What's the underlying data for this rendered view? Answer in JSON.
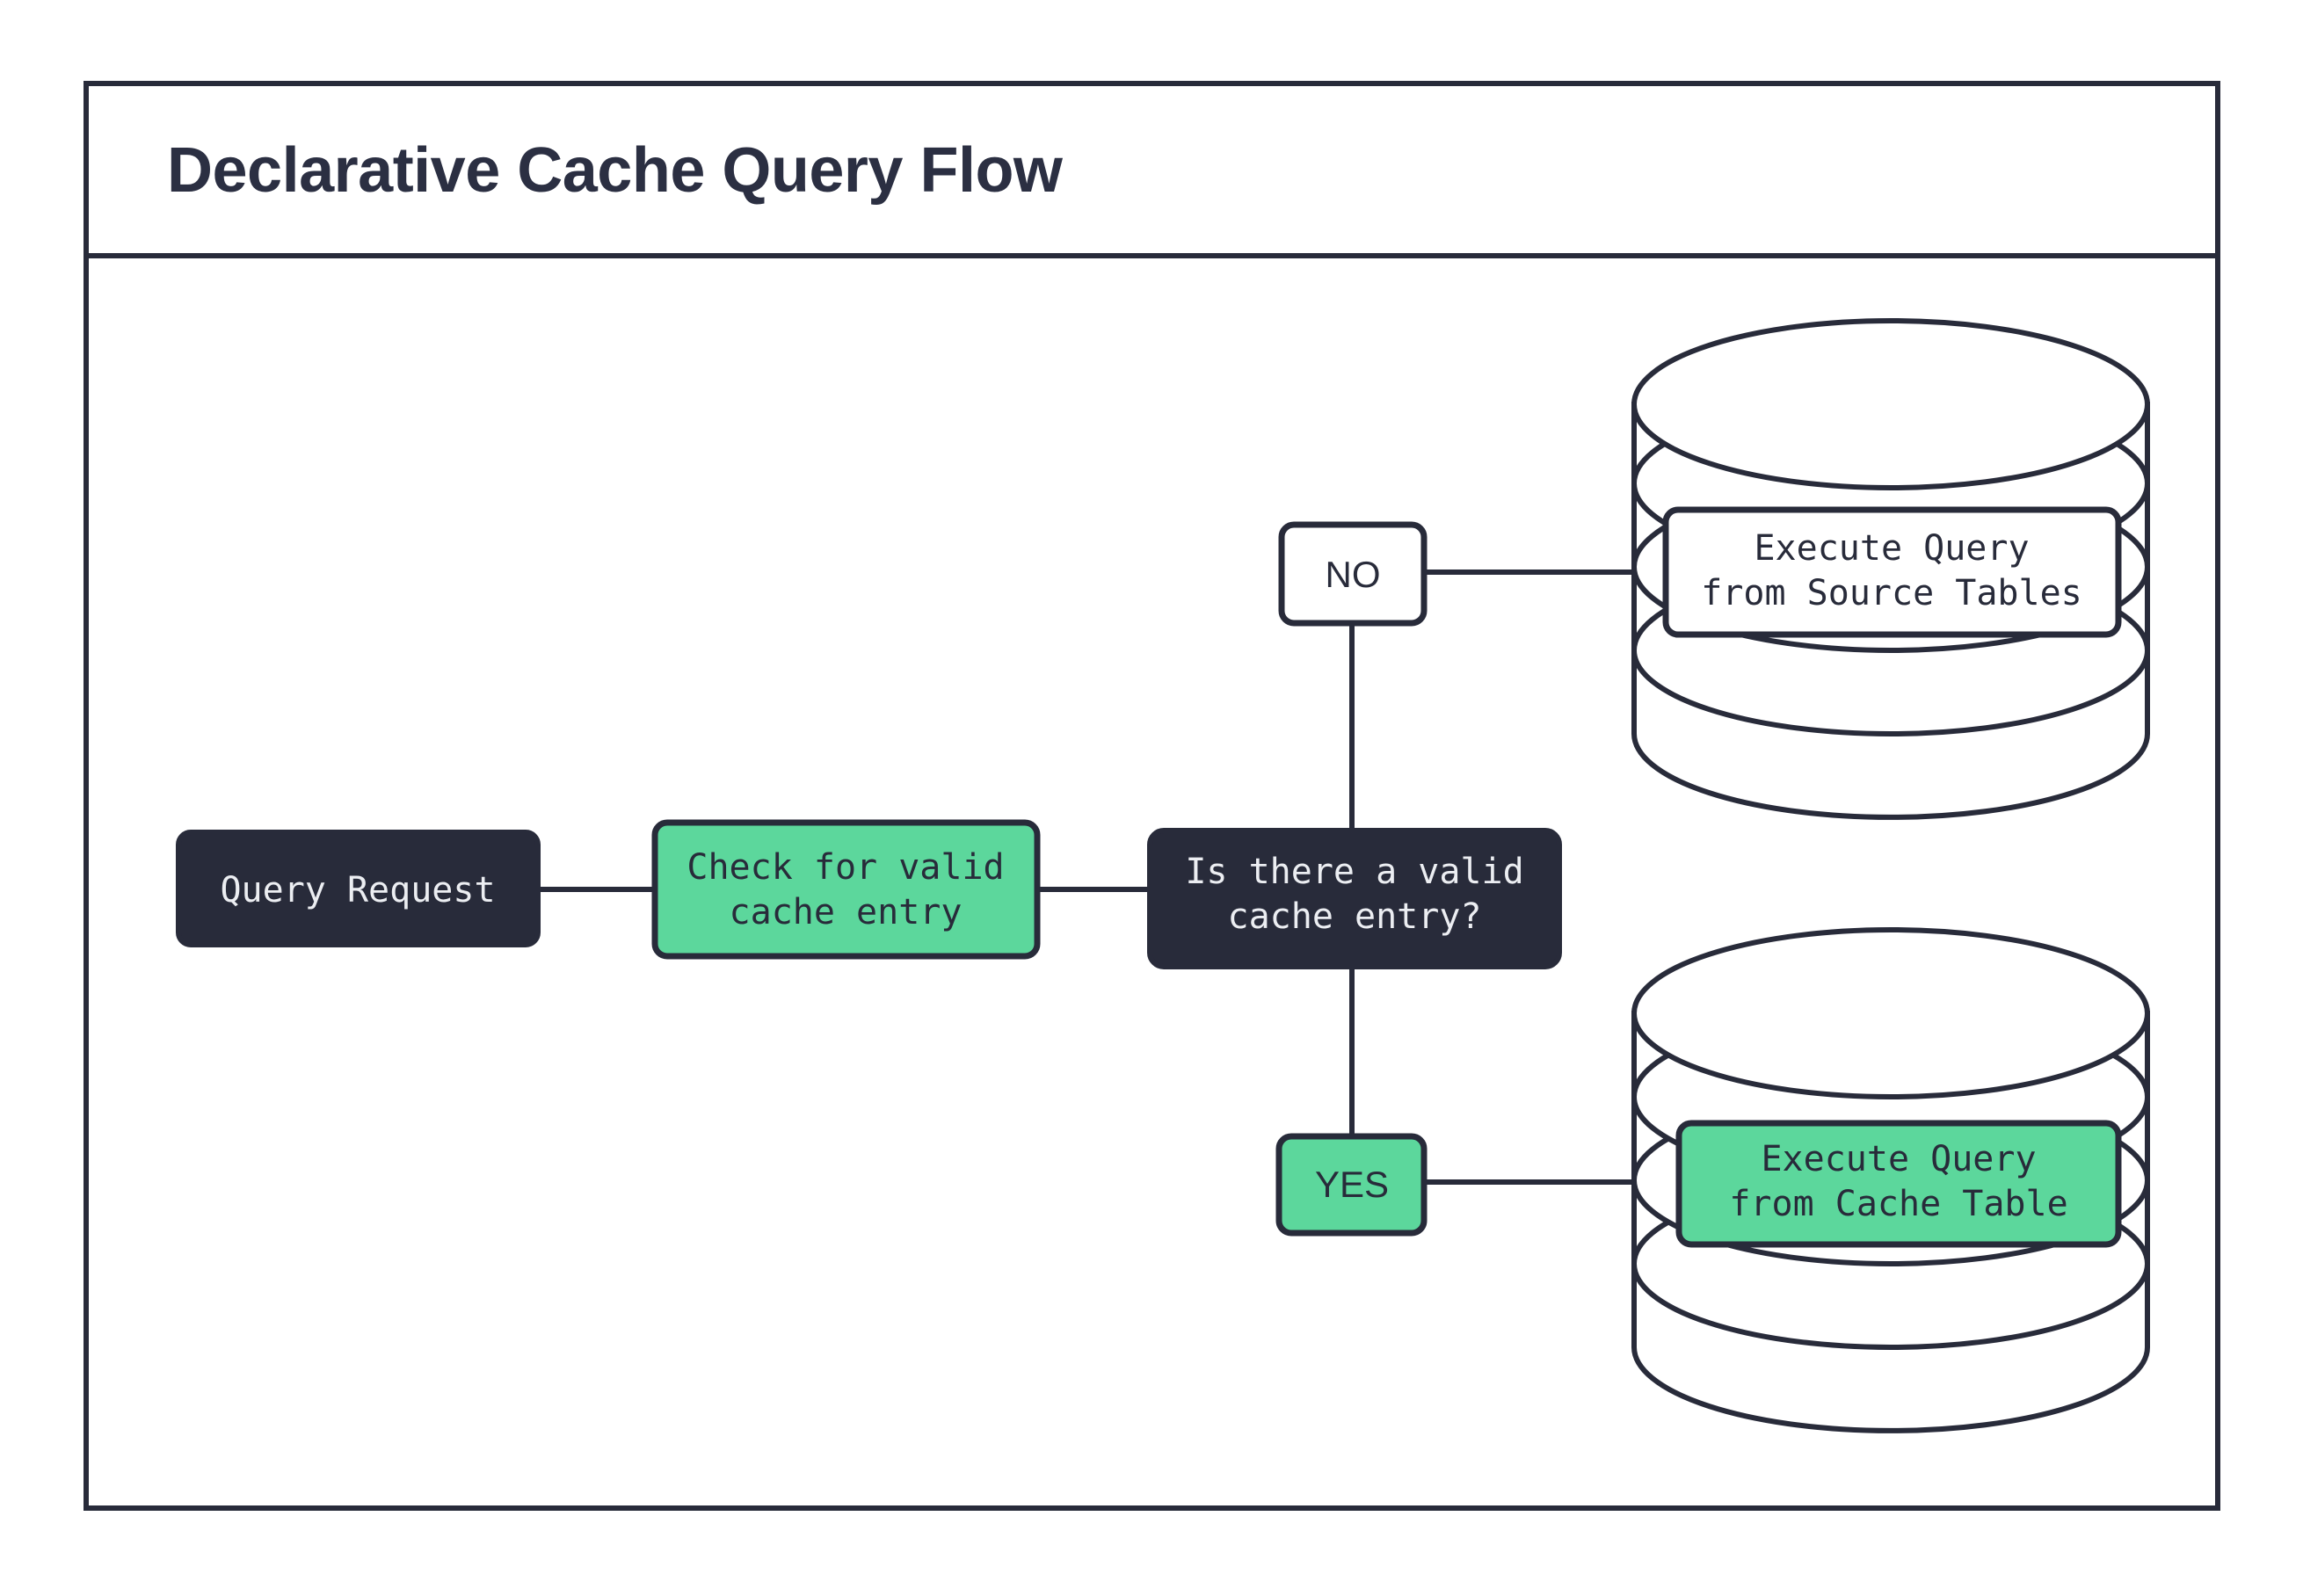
{
  "frame": {
    "title": "Declarative Cache Query Flow"
  },
  "nodes": {
    "query_request": {
      "label": "Query Request",
      "style": "dark"
    },
    "check_cache": {
      "line1": "Check for valid",
      "line2": "cache entry",
      "style": "green"
    },
    "decision": {
      "line1": "Is there a valid",
      "line2": "cache entry?",
      "style": "dark"
    },
    "branch_no": {
      "label": "NO",
      "style": "white"
    },
    "branch_yes": {
      "label": "YES",
      "style": "green"
    },
    "source_tables": {
      "line1": "Execute Query",
      "line2": "from Source Tables",
      "style": "white"
    },
    "cache_table": {
      "line1": "Execute Query",
      "line2": "from Cache Table",
      "style": "green"
    }
  },
  "cylinders": {
    "source_db": {
      "name": "source-database-cylinder"
    },
    "cache_db": {
      "name": "cache-database-cylinder"
    }
  },
  "colors": {
    "ink": "#282b3a",
    "accent_green": "#5cd79c",
    "surface": "#ffffff",
    "title_ink": "#2b2f42"
  }
}
